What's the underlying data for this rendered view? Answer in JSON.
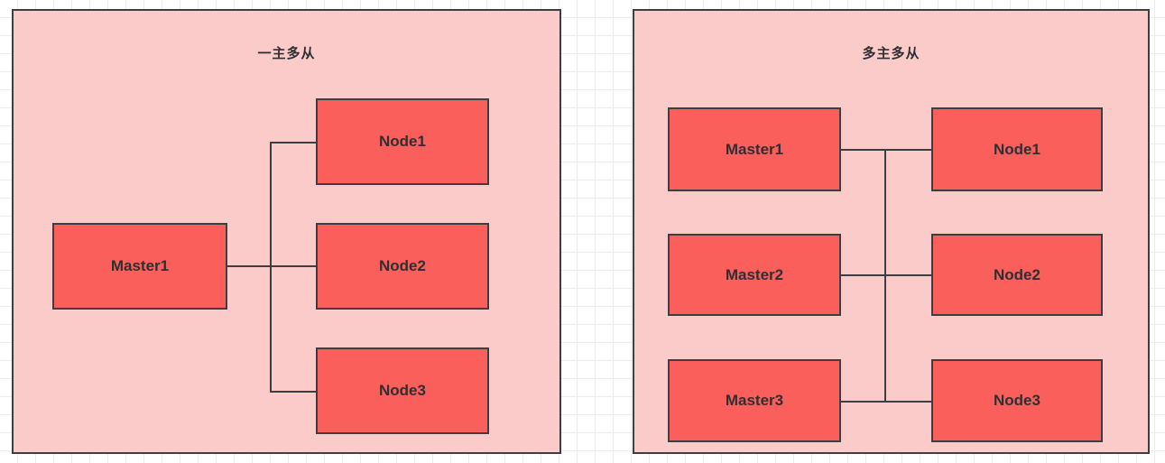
{
  "diagram": {
    "title_left": "一主多从",
    "title_right": "多主多从",
    "colors": {
      "panel_fill": "#FBCBC9",
      "box_fill": "#FA5F5C",
      "stroke": "#3d3d42",
      "text": "#2f2f33",
      "grid": "#ececec"
    }
  },
  "panels": [
    {
      "id": "single-master",
      "title": "一主多从",
      "masters": [
        {
          "label": "Master1"
        }
      ],
      "nodes": [
        {
          "label": "Node1"
        },
        {
          "label": "Node2"
        },
        {
          "label": "Node3"
        }
      ]
    },
    {
      "id": "multi-master",
      "title": "多主多从",
      "masters": [
        {
          "label": "Master1"
        },
        {
          "label": "Master2"
        },
        {
          "label": "Master3"
        }
      ],
      "nodes": [
        {
          "label": "Node1"
        },
        {
          "label": "Node2"
        },
        {
          "label": "Node3"
        }
      ]
    }
  ]
}
